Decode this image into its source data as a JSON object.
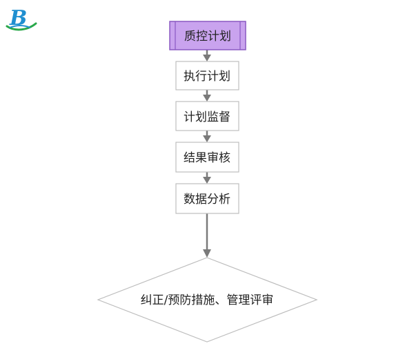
{
  "logo": {
    "letter": "B",
    "colors": {
      "primary": "#1f8fd0",
      "accent": "#2aa84a"
    }
  },
  "flow": {
    "steps": [
      {
        "label": "质控计划",
        "highlight": true
      },
      {
        "label": "执行计划",
        "highlight": false
      },
      {
        "label": "计划监督",
        "highlight": false
      },
      {
        "label": "结果审核",
        "highlight": false
      },
      {
        "label": "数据分析",
        "highlight": false
      }
    ],
    "decision": {
      "label": "纠正/预防措施、管理评审"
    }
  },
  "colors": {
    "highlight_fill": "#c9a3ee",
    "highlight_stroke": "#8a58c2",
    "box_stroke": "#bdbdbd",
    "arrow": "#7a7a7a",
    "diamond_stroke": "#bdbdbd"
  }
}
